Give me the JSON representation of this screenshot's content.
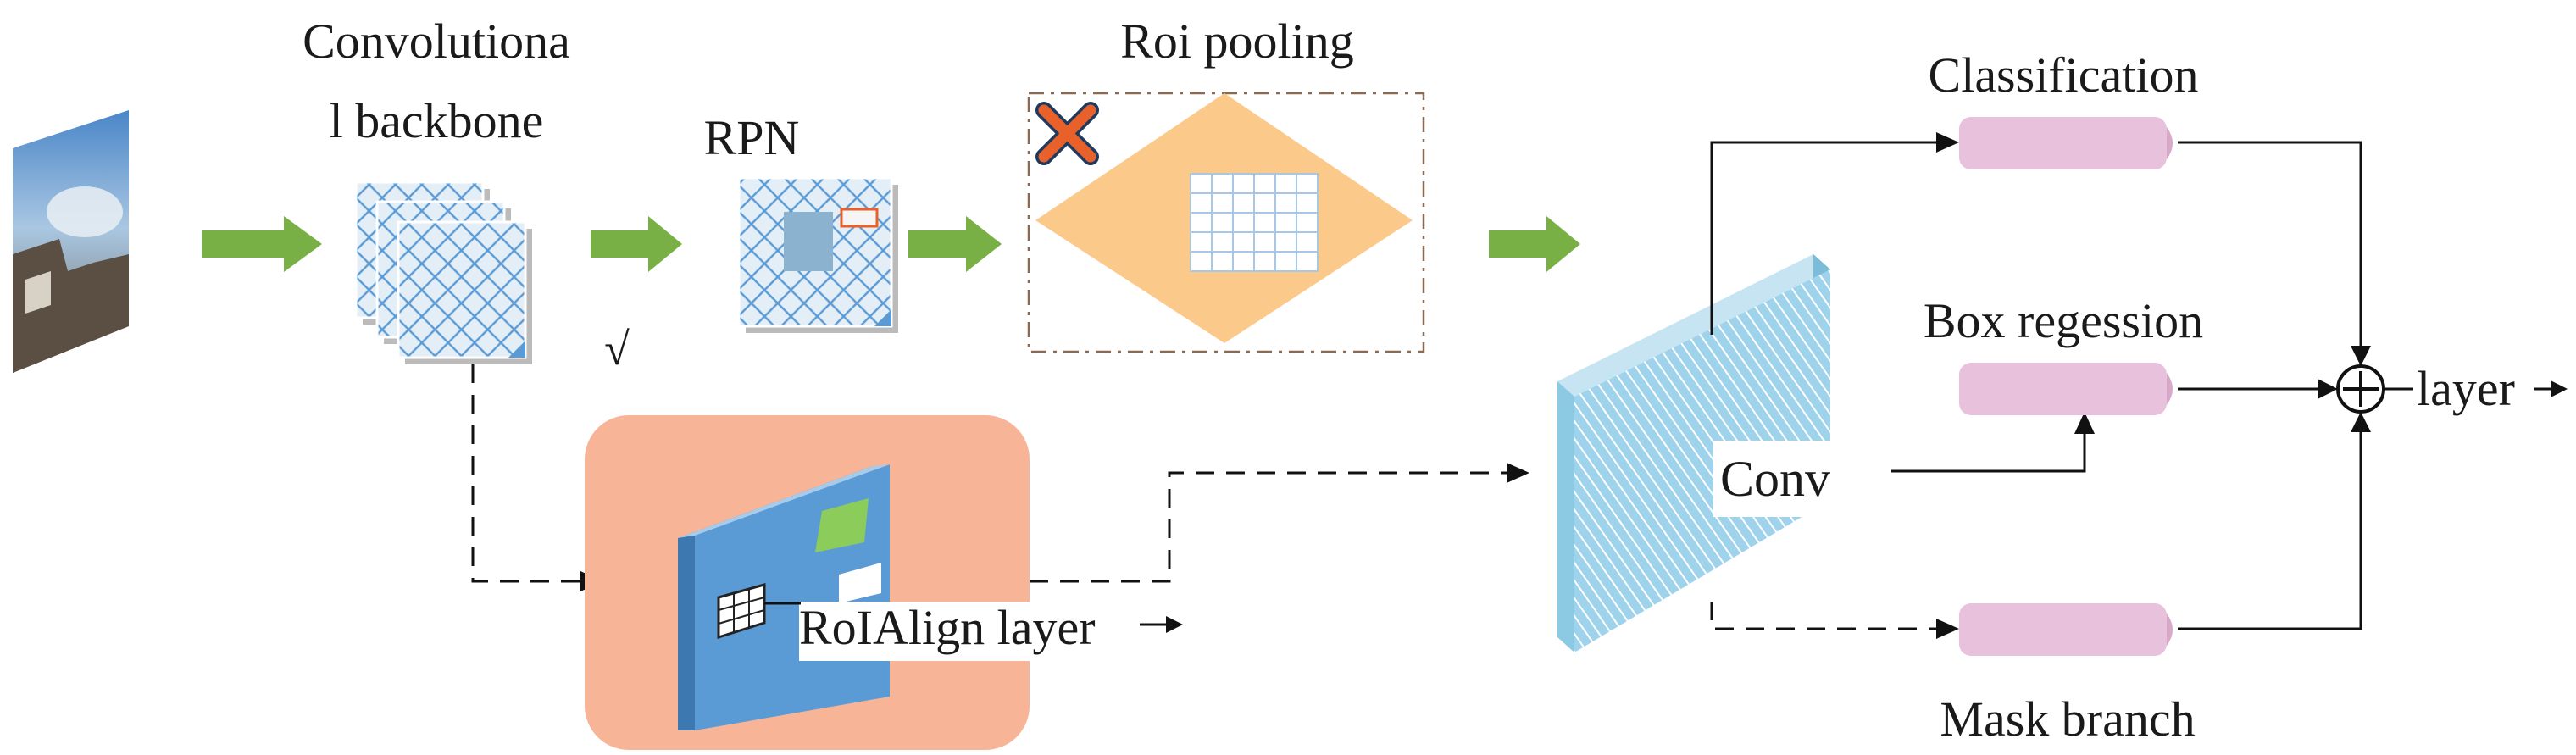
{
  "labels": {
    "backbone_line1": "Convolutiona",
    "backbone_line2": "l backbone",
    "rpn": "RPN",
    "roi_pooling": "Roi pooling",
    "check_mark": "√",
    "roialign": "RoIAlign layer",
    "conv": "Conv",
    "classification": "Classification",
    "box_regression": "Box regession",
    "mask_branch": "Mask branch",
    "output_layer": "layer"
  },
  "colors": {
    "flow_arrow": "#79b046",
    "feature_map_fill": "#dde9f2",
    "feature_map_pattern": "#5b9bd5",
    "roi_diamond": "#fbc98a",
    "roi_grid": "#a7c7e7",
    "reject_cross": "#e8602a",
    "roialign_bg": "#f7b497",
    "roialign_panel": "#5b9bd5",
    "conv_block": "#8cc9e2",
    "head_pill": "#e8c2dd",
    "line": "#111111"
  },
  "icons": {
    "input_image": "input-photo-icon",
    "reject": "cross-icon",
    "sum": "circled-plus-icon"
  }
}
